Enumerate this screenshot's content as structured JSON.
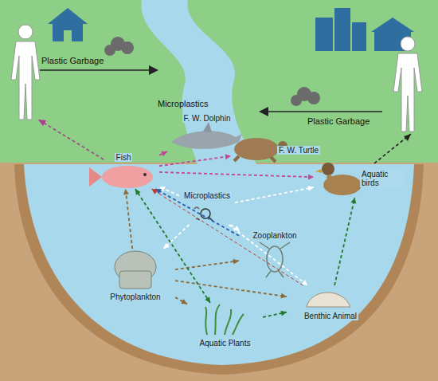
{
  "diagram": {
    "nodes": [
      {
        "text": [
          "F. W. Dolphin"
        ]
      },
      {
        "text": [
          "F. W. Turtle"
        ]
      },
      {
        "text": [
          "Fish"
        ]
      },
      {
        "text": [
          "Microplastics"
        ]
      },
      {
        "text": [
          "Aquatic birds"
        ]
      },
      {
        "text": [
          "Zooplankton"
        ]
      },
      {
        "text": [
          "Phytoplankton"
        ]
      },
      {
        "text": [
          "Aquatic Plants"
        ]
      },
      {
        "text": [
          "Benthic Animal"
        ]
      }
    ],
    "edges": [
      {
        "from": 2,
        "to": 0,
        "arrow": "to"
      },
      {
        "from": 2,
        "to": 1,
        "arrow": "to"
      },
      {
        "from": 2,
        "to": 4,
        "arrow": "to"
      },
      {
        "from": 3,
        "to": 2,
        "arrow": "to"
      },
      {
        "from": 3,
        "to": 4,
        "arrow": "to"
      },
      {
        "from": 3,
        "to": 6,
        "arrow": "to"
      },
      {
        "from": 3,
        "to": 5,
        "arrow": "to"
      },
      {
        "from": 3,
        "to": 8,
        "arrow": "to"
      },
      {
        "from": 5,
        "to": 2,
        "arrow": "to"
      },
      {
        "from": 6,
        "to": 2,
        "arrow": "to"
      },
      {
        "from": 6,
        "to": 5,
        "arrow": "to"
      },
      {
        "from": 6,
        "to": 8,
        "arrow": "to"
      },
      {
        "from": 7,
        "to": 2,
        "arrow": "both"
      },
      {
        "from": 7,
        "to": 8,
        "arrow": "to"
      },
      {
        "from": 8,
        "to": 4,
        "arrow": "to"
      },
      {
        "from": 8,
        "to": 2,
        "arrow": "to"
      },
      {
        "from": 6,
        "to": 7,
        "arrow": "to"
      }
    ],
    "labels": [
      "Plastic Garbage",
      "Plastic Garbage",
      "Microplastics"
    ]
  }
}
